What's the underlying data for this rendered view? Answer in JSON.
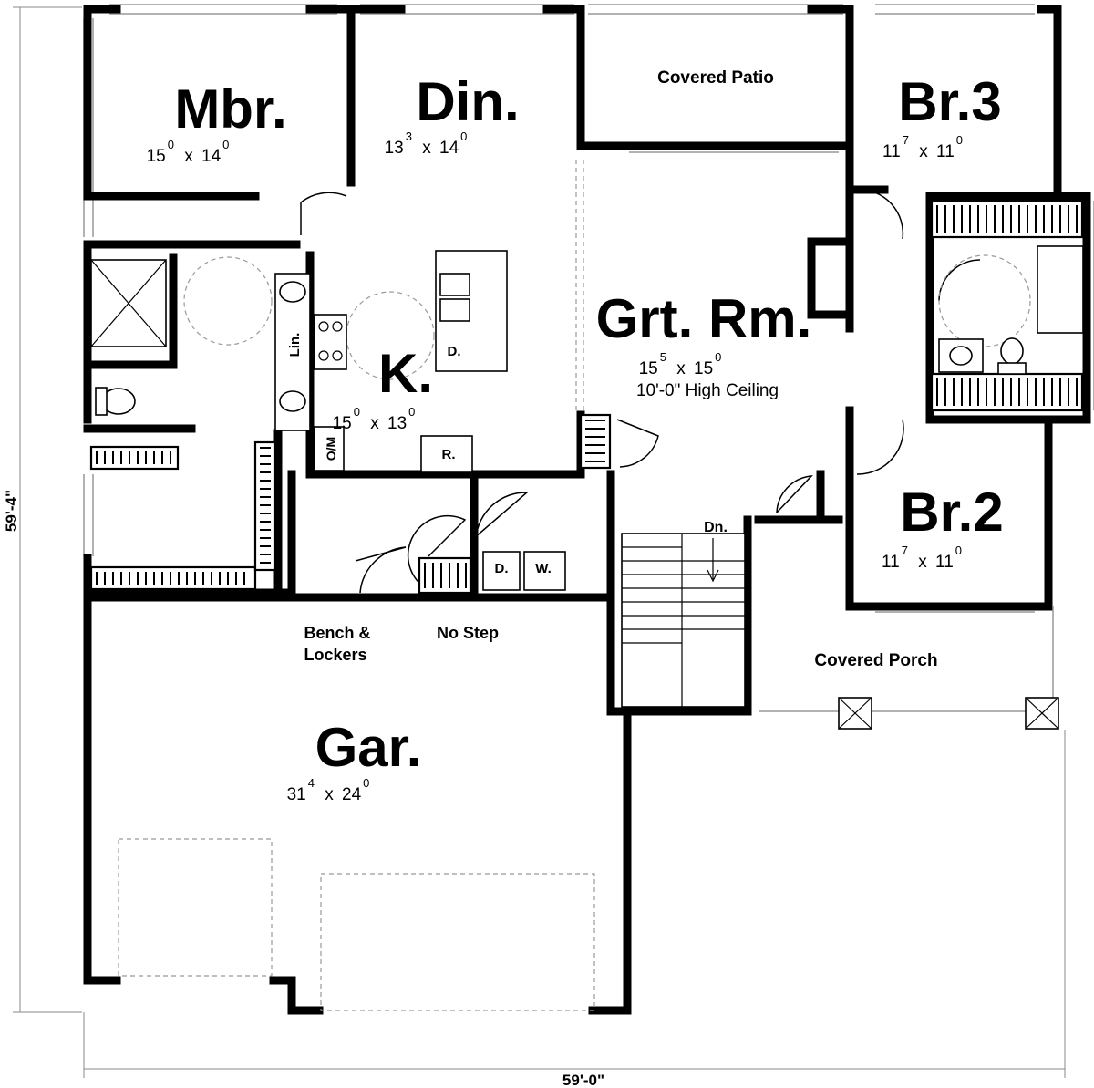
{
  "rooms": {
    "mbr": {
      "name": "Mbr.",
      "w_ft": "15",
      "w_in": "0",
      "d_ft": "14",
      "d_in": "0"
    },
    "din": {
      "name": "Din.",
      "w_ft": "13",
      "w_in": "3",
      "d_ft": "14",
      "d_in": "0"
    },
    "kitchen": {
      "name": "K.",
      "w_ft": "15",
      "w_in": "0",
      "d_ft": "13",
      "d_in": "0"
    },
    "great_room": {
      "name": "Grt. Rm.",
      "w_ft": "15",
      "w_in": "5",
      "d_ft": "15",
      "d_in": "0",
      "note": "10'-0\" High Ceiling"
    },
    "br3": {
      "name": "Br.3",
      "w_ft": "11",
      "w_in": "7",
      "d_ft": "11",
      "d_in": "0"
    },
    "br2": {
      "name": "Br.2",
      "w_ft": "11",
      "w_in": "7",
      "d_ft": "11",
      "d_in": "0"
    },
    "garage": {
      "name": "Gar.",
      "w_ft": "31",
      "w_in": "4",
      "d_ft": "24",
      "d_in": "0"
    }
  },
  "labels": {
    "covered_patio": "Covered Patio",
    "covered_porch": "Covered Porch",
    "bench_line1": "Bench &",
    "bench_line2": "Lockers",
    "no_step": "No Step",
    "down": "Dn.",
    "linen": "Lin.",
    "oven_micro": "O/M",
    "dishwasher": "D.",
    "refrigerator": "R.",
    "dryer": "D.",
    "washer": "W."
  },
  "dimensions": {
    "width": "59'-0\"",
    "depth": "59'-4\""
  }
}
